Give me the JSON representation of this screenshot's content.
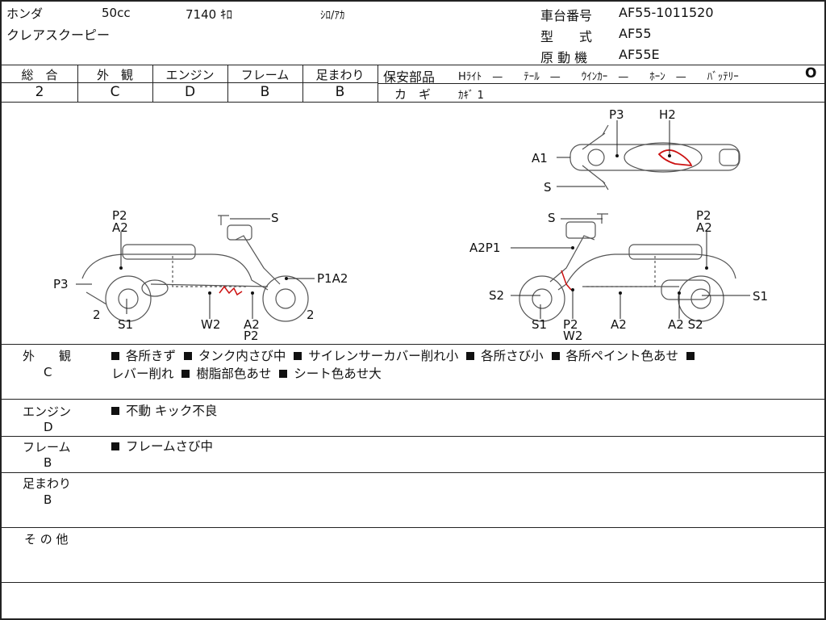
{
  "header": {
    "maker": "ホンダ",
    "displacement": "50cc",
    "mileage": "7140 ｷﾛ",
    "color": "ｼﾛ/ｱｶ",
    "model_name": "クレアスクーピー",
    "frame_no_label": "車台番号",
    "frame_no": "AF55-1011520",
    "type_label": "型　　式",
    "type": "AF55",
    "engine_label": "原 動 機",
    "engine": "AF55E"
  },
  "grades": [
    {
      "label": "総　合",
      "value": "2"
    },
    {
      "label": "外　観",
      "value": "C"
    },
    {
      "label": "エンジン",
      "value": "D"
    },
    {
      "label": "フレーム",
      "value": "B"
    },
    {
      "label": "足まわり",
      "value": "B"
    }
  ],
  "safety": {
    "label": "保安部品",
    "items": "Hﾗｲﾄ　—　　ﾃｰﾙ　—　　ｳｲﾝｶｰ　—　　ﾎｰﾝ　—　　ﾊﾞｯﾃﾘｰ",
    "battery_mark": "O",
    "key_label": "カ　ギ",
    "key_value": "ｶｷﾞ 1"
  },
  "diagram_labels": {
    "top": {
      "p3": "P3",
      "h2": "H2",
      "a1": "A1",
      "s": "S"
    },
    "left": {
      "p2a2": "P2",
      "a2b": "A2",
      "s": "S",
      "p3": "P3",
      "p1a2": "P1A2",
      "n2a": "2",
      "n2b": "2",
      "s1": "S1",
      "w2": "W2",
      "a2c": "A2",
      "p2b": "P2"
    },
    "right": {
      "s": "S",
      "p2": "P2",
      "a2": "A2",
      "a2p1": "A2P1",
      "s2": "S2",
      "s1r": "S1",
      "s1": "S1",
      "p2b": "P2",
      "w2": "W2",
      "a2b": "A2",
      "a2s2": "A2 S2"
    }
  },
  "remarks": [
    {
      "label": "外　　観",
      "grade": "C",
      "lines": [
        "各所きず",
        "タンク内さび中",
        "サイレンサーカバー削れ小",
        "各所さび小",
        "各所ペイント色あせ",
        "レバー削れ",
        "樹脂部色あせ",
        "シート色あせ大"
      ]
    },
    {
      "label": "エンジン",
      "grade": "D",
      "lines": [
        "不動 キック不良"
      ]
    },
    {
      "label": "フレーム",
      "grade": "B",
      "lines": [
        "フレームさび中"
      ]
    },
    {
      "label": "足まわり",
      "grade": "B",
      "lines": []
    },
    {
      "label": "そ の 他",
      "grade": "",
      "lines": []
    }
  ],
  "colors": {
    "line": "#222222",
    "damage_mark": "#cc1111"
  }
}
